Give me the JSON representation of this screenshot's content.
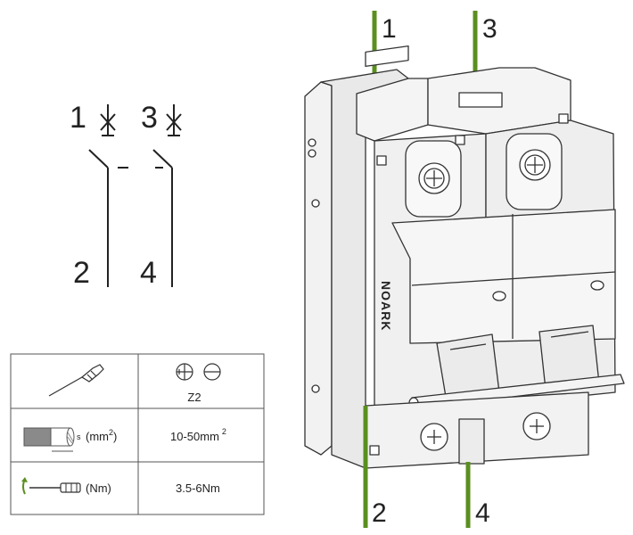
{
  "schematic": {
    "pole1_top": "1",
    "pole2_top": "3",
    "pole1_bottom": "2",
    "pole2_bottom": "4"
  },
  "spec_table": {
    "screw_types_value": "Z2",
    "cable_unit": "(mm",
    "cable_unit_sup": "2",
    "cable_unit_close": ")",
    "cable_value": "10-50mm",
    "cable_value_sup": "2",
    "torque_unit": "(Nm)",
    "torque_value": "3.5-6Nm",
    "strip_label": "s",
    "icons": [
      "screwdriver-icon",
      "phillips-slot-icon",
      "flat-slot-icon",
      "cable-icon",
      "torque-screwdriver-icon"
    ]
  },
  "breaker": {
    "brand": "NOARK",
    "terminals_top": [
      "1",
      "3"
    ],
    "terminals_bottom": [
      "2",
      "4"
    ],
    "wire_color": "#5a8f1f"
  }
}
